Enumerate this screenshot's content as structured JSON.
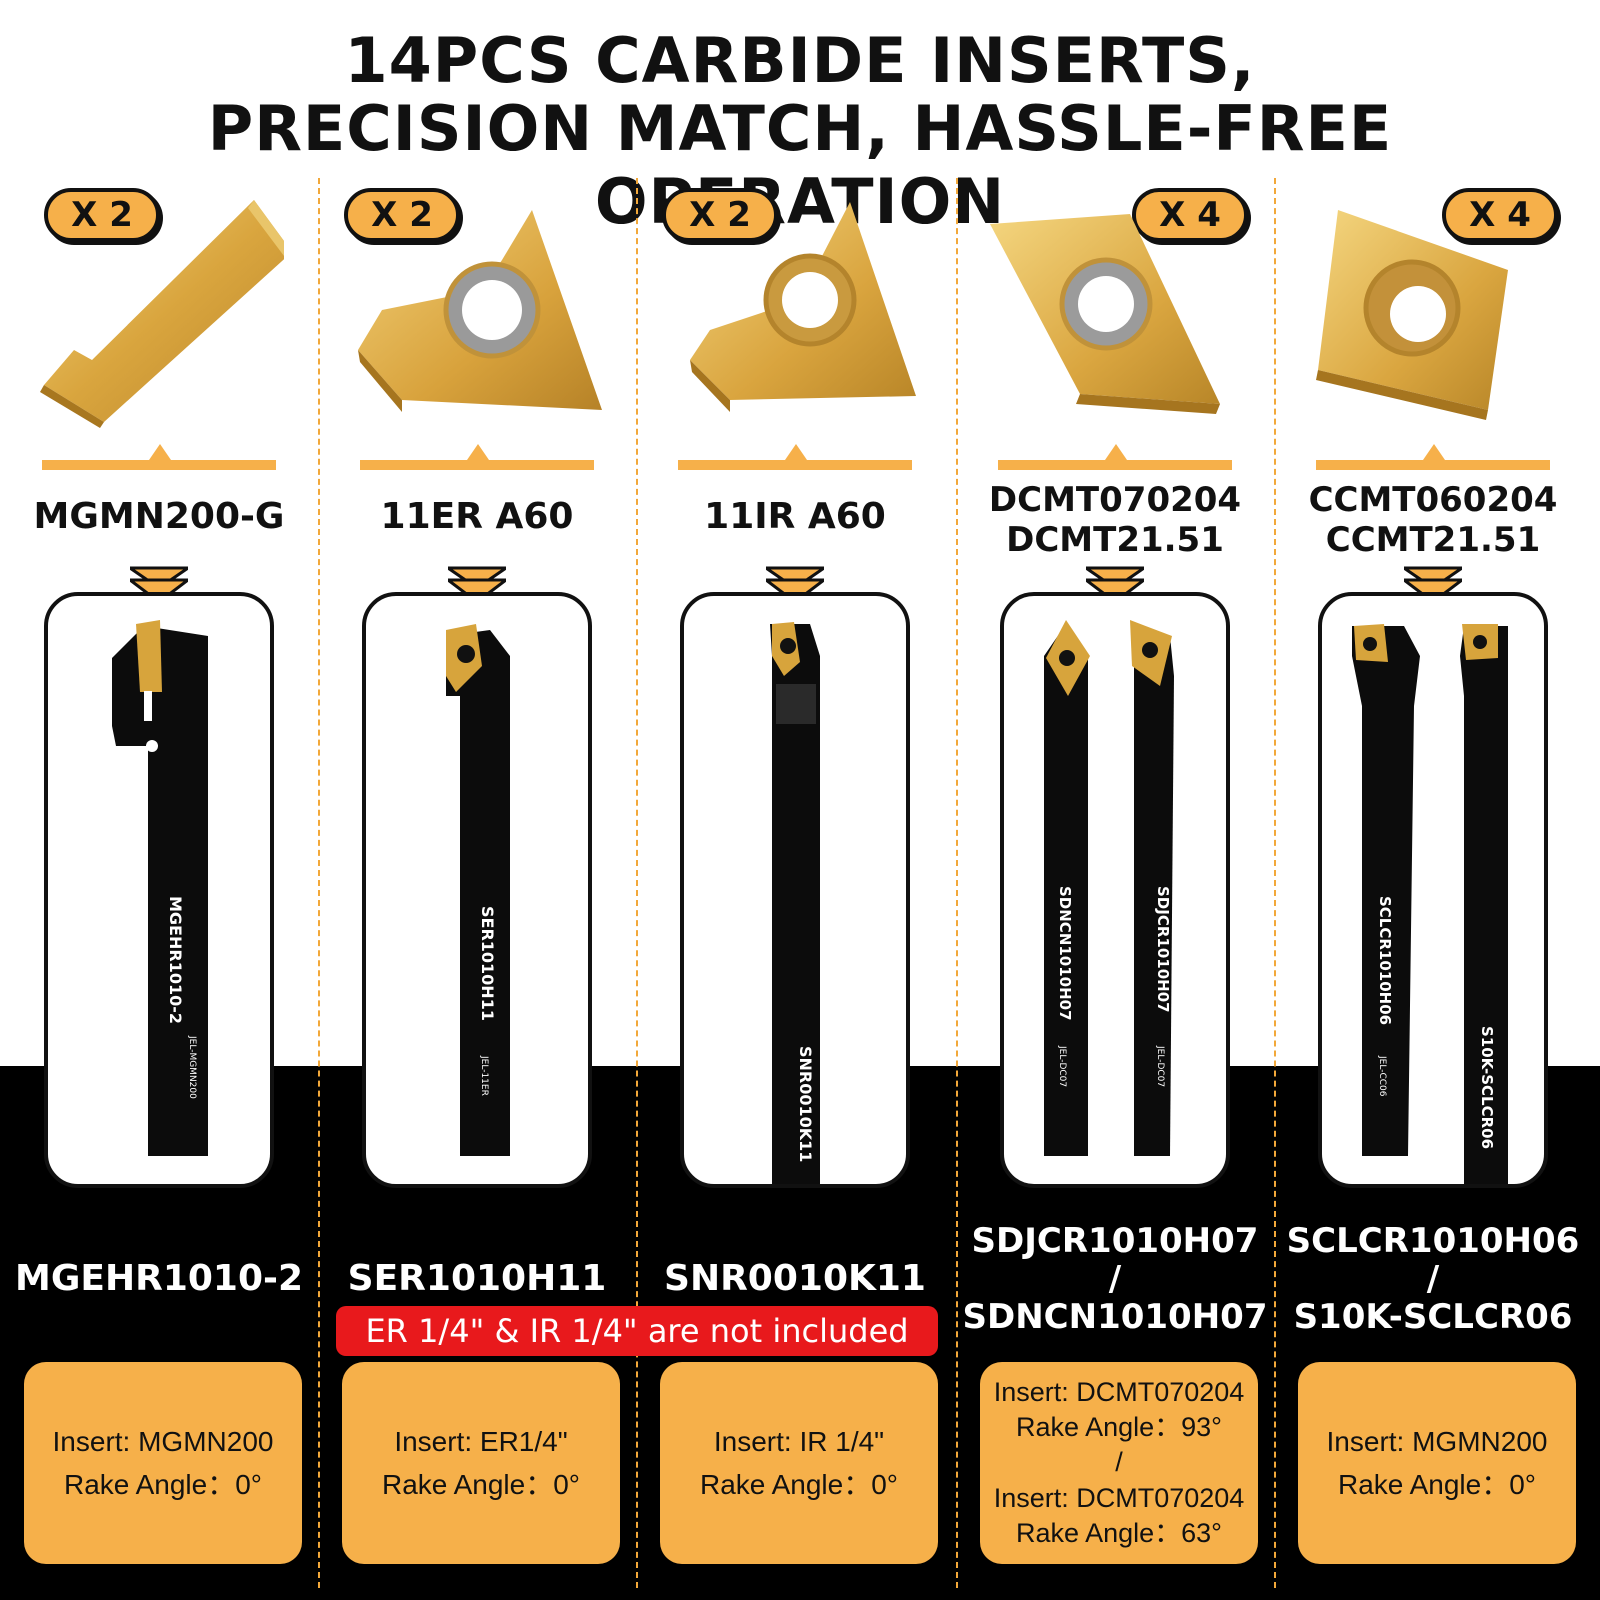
{
  "title": {
    "line1": "14PCS CARBIDE INSERTS,",
    "line2": "PRECISION MATCH, HASSLE-FREE OPERATION"
  },
  "colors": {
    "accent": "#f6b04a",
    "black": "#000000",
    "notice": "#e8191c"
  },
  "columns": [
    {
      "qty": "X 2",
      "insert_lines": [
        "MGMN200-G"
      ],
      "holder_lines": [
        "MGEHR1010-2"
      ],
      "tool_marking": "MGEHR1010-2",
      "tool_sub_marking": "JEL-MGMN200",
      "info_lines": [
        "Insert: MGMN200",
        "Rake Angle：0°"
      ]
    },
    {
      "qty": "X 2",
      "insert_lines": [
        "11ER A60"
      ],
      "holder_lines": [
        "SER1010H11"
      ],
      "tool_marking": "SER1010H11",
      "tool_sub_marking": "JEL-11ER",
      "info_lines": [
        "Insert: ER1/4\"",
        "Rake Angle：0°"
      ]
    },
    {
      "qty": "X 2",
      "insert_lines": [
        "11IR A60"
      ],
      "holder_lines": [
        "SNR0010K11"
      ],
      "tool_marking": "SNR0010K11",
      "info_lines": [
        "Insert: IR 1/4\"",
        "Rake Angle：0°"
      ]
    },
    {
      "qty": "X 4",
      "insert_lines": [
        "DCMT070204",
        "DCMT21.51"
      ],
      "holder_lines": [
        "SDJCR1010H07",
        "/",
        "SDNCN1010H07"
      ],
      "tool_markings": [
        "SDNCN1010H07",
        "SDJCR1010H07"
      ],
      "tool_sub_markings": [
        "JEL-DC07",
        "JEL-DC07"
      ],
      "info_lines": [
        "Insert: DCMT070204",
        "Rake Angle：93°",
        "/",
        "Insert: DCMT070204",
        "Rake Angle：63°"
      ]
    },
    {
      "qty": "X 4",
      "insert_lines": [
        "CCMT060204",
        "CCMT21.51"
      ],
      "holder_lines": [
        "SCLCR1010H06",
        "/",
        "S10K-SCLCR06"
      ],
      "tool_markings": [
        "SCLCR1010H06",
        "S10K-SCLCR06"
      ],
      "tool_sub_markings": [
        "JEL-CC06"
      ],
      "info_lines": [
        "Insert: MGMN200",
        "Rake Angle：0°"
      ]
    }
  ],
  "notice": "ER 1/4\" & IR 1/4\" are not included"
}
